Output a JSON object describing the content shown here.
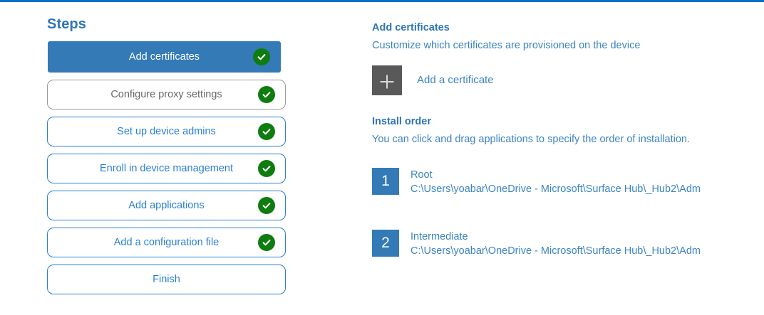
{
  "theme": {
    "accent_rule": "#0072c6",
    "primary_blue": "#337ab7",
    "link_blue": "#3b84c4",
    "heading_blue": "#2e75b6",
    "check_green": "#0e7c0e",
    "tile_gray": "#595959",
    "muted_gray": "#686868"
  },
  "steps_pane": {
    "title": "Steps",
    "items": [
      {
        "label": "Add certificates",
        "state": "active",
        "completed": true
      },
      {
        "label": "Configure proxy settings",
        "state": "muted",
        "completed": true
      },
      {
        "label": "Set up device admins",
        "state": "default",
        "completed": true
      },
      {
        "label": "Enroll in device management",
        "state": "default",
        "completed": true
      },
      {
        "label": "Add applications",
        "state": "default",
        "completed": true
      },
      {
        "label": "Add a configuration file",
        "state": "default",
        "completed": true
      },
      {
        "label": "Finish",
        "state": "default",
        "completed": false
      }
    ]
  },
  "detail_pane": {
    "certificates": {
      "heading": "Add certificates",
      "description": "Customize which certificates are provisioned on the device",
      "add_tile_icon": "plus-icon",
      "add_link": "Add a certificate"
    },
    "install_order": {
      "heading": "Install order",
      "description": "You can click and drag applications to specify the order of installation.",
      "items": [
        {
          "number": "1",
          "name": "Root",
          "path": "C:\\Users\\yoabar\\OneDrive - Microsoft\\Surface Hub\\_Hub2\\Adm"
        },
        {
          "number": "2",
          "name": "Intermediate",
          "path": "C:\\Users\\yoabar\\OneDrive - Microsoft\\Surface Hub\\_Hub2\\Adm"
        }
      ]
    }
  }
}
